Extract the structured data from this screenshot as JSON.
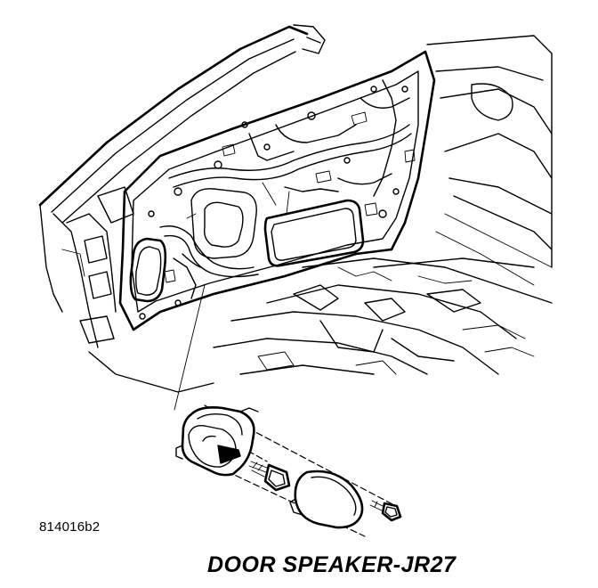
{
  "figure": {
    "id_label": "814016b2",
    "caption": "DOOR SPEAKER-JR27"
  },
  "parts": [
    {
      "name": "door-inner-panel",
      "icon": "door-panel-illustration"
    },
    {
      "name": "speaker",
      "icon": "speaker-illustration"
    },
    {
      "name": "speaker-screw-1",
      "icon": "screw-icon"
    },
    {
      "name": "speaker-cover",
      "icon": "speaker-cover-illustration"
    },
    {
      "name": "speaker-screw-2",
      "icon": "screw-icon"
    }
  ]
}
